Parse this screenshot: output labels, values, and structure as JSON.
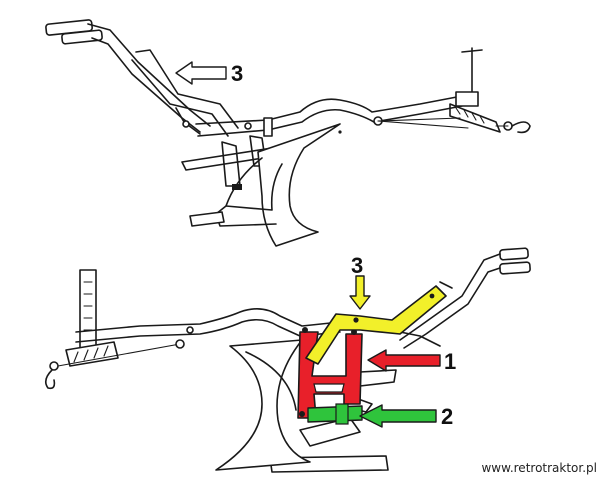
{
  "labels": {
    "top_label_3": "3",
    "bottom_label_1": "1",
    "bottom_label_2": "2",
    "bottom_label_3": "3"
  },
  "credit": "www.retrotraktor.pl",
  "colors": {
    "ink": "#1a1a1a",
    "yellow_part": "#f2f02a",
    "red_part": "#e8202a",
    "green_part": "#2fc43c",
    "arrow_red": "#e8202a",
    "arrow_green": "#2fc43c",
    "arrow_yellow": "#f2f02a",
    "arrow_outline": "#ffffff"
  }
}
